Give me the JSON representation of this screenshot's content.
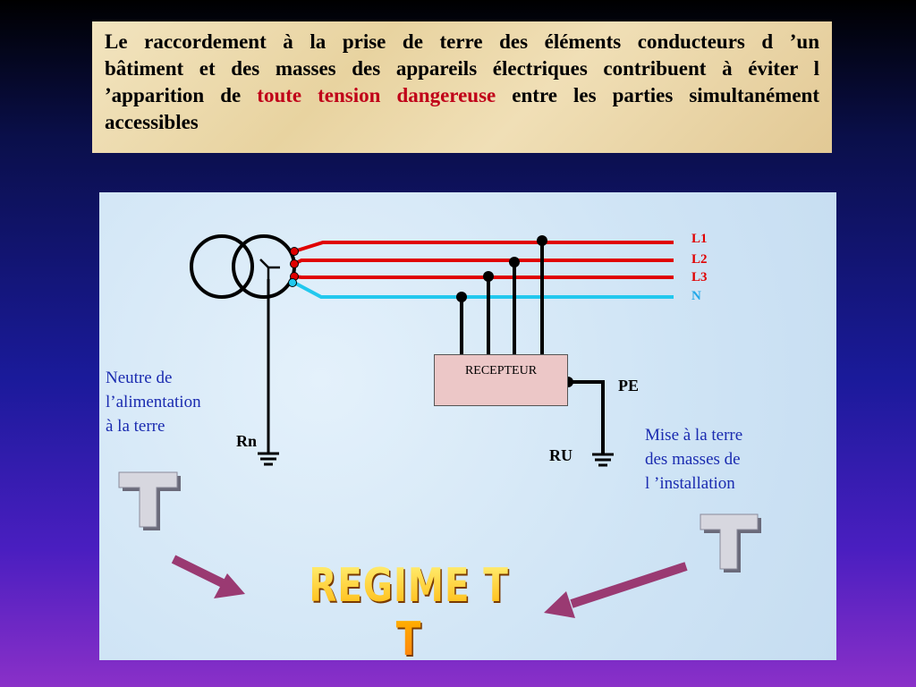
{
  "header": {
    "text_before": "Le raccordement à la prise de terre des éléments conducteurs d ’un bâtiment et des masses des appareils électriques contribuent à éviter l ’apparition de ",
    "text_highlight": "toute tension dangereuse",
    "text_after": " entre les parties simultanément accessibles"
  },
  "lines": {
    "l1": "L1",
    "l2": "L2",
    "l3": "L3",
    "n": "N"
  },
  "labels": {
    "neutre_line1": "Neutre de",
    "neutre_line2": "l’alimentation",
    "neutre_line3": "à la terre",
    "rn": "Rn",
    "recepteur": "RECEPTEUR",
    "pe": "PE",
    "ru": "RU",
    "masses_line1": "Mise à la terre",
    "masses_line2": "des masses de",
    "masses_line3": "l ’installation",
    "regime": "REGIME T T",
    "t_left": "T",
    "t_right": "T"
  },
  "colors": {
    "phase": "#e00000",
    "neutral": "#22c8ee",
    "highlight": "#c00018",
    "note": "#1a2bb0",
    "arrow": "#9a3a72"
  }
}
